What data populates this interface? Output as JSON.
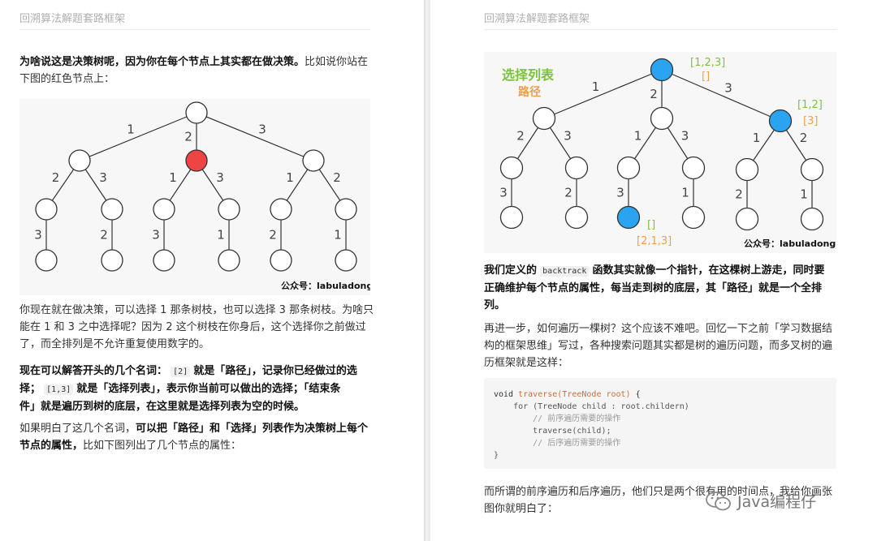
{
  "left_page": {
    "header": "回溯算法解题套路框架",
    "p1_bold": "为啥说这是决策树呢，因为你在每个节点上其实都在做决策。",
    "p1_rest": "比如说你站在",
    "p1_line2": "下图的红色节点上：",
    "fig1": {
      "edge_labels": [
        "1",
        "2",
        "3",
        "2",
        "3",
        "1",
        "3",
        "1",
        "2",
        "3",
        "2",
        "3",
        "1",
        "2",
        "1"
      ],
      "credit": "公众号：labuladong",
      "highlight_color": "#ee4444"
    },
    "p2_lines": [
      "你现在就在做决策，可以选择 1 那条树枝，也可以选择 3 那条树枝。为啥只",
      "能在 1 和 3 之中选择呢？因为 2 这个树枝在你身后，这个选择你之前做过",
      "了，而全排列是不允许重复使用数字的。"
    ],
    "p3_a": "现在可以解答开头的几个名词：",
    "p3_code1": "[2]",
    "p3_b": "就是「路径」，记录你已经做过的选",
    "p3_c": "择；",
    "p3_code2": "[1,3]",
    "p3_d": "就是「选择列表」，表示你当前可以做出的选择；「结束条",
    "p3_e": "件」就是遍历到树的底层，在这里就是选择列表为空的时候。",
    "p4_a": "如果明白了这几个名词，",
    "p4_b": "可以把「路径」和「选择」列表作为决策树上每个",
    "p4_c": "节点的属性，",
    "p4_d": "比如下图列出了几个节点的属性："
  },
  "right_page": {
    "header": "回溯算法解题套路框架",
    "fig2": {
      "legend_choice": "选择列表",
      "legend_path": "路径",
      "root_choice": "[1,2,3]",
      "root_path": "[]",
      "node_choice": "[1,2]",
      "node_path": "[3]",
      "leaf_choice": "[]",
      "leaf_path": "[2,1,3]",
      "edge_labels": [
        "1",
        "2",
        "3",
        "2",
        "3",
        "1",
        "3",
        "1",
        "2",
        "3",
        "2",
        "3",
        "1",
        "2",
        "1"
      ],
      "credit": "公众号：labuladong",
      "highlight_color": "#2aa3f0",
      "choice_color": "#7cc23d",
      "path_color": "#f0a04b"
    },
    "p1_a": "我们定义的",
    "p1_code": "backtrack",
    "p1_b": "函数其实就像一个指针，在这棵树上游走，同时要",
    "p1_c": "正确维护每个节点的属性，每当走到树的底层，其「路径」就是一个全排",
    "p1_d": "列。",
    "p2_lines": [
      "再进一步，如何遍历一棵树？这个应该不难吧。回忆一下之前「学习数据结",
      "构的框架思维」写过，各种搜索问题其实都是树的遍历问题，而多叉树的遍",
      "历框架就是这样："
    ],
    "code": {
      "l1_kw": "void ",
      "l1_fn": "traverse(TreeNode root)",
      "l1_end": " {",
      "l2": "    for (TreeNode child : root.childern)",
      "l3": "        // 前序遍历需要的操作",
      "l4": "        traverse(child);",
      "l5": "        // 后序遍历需要的操作",
      "l6": "}"
    },
    "p3_lines": [
      "而所谓的前序遍历和后序遍历，他们只是两个很有用的时间点，我给你画张",
      "图你就明白了："
    ],
    "watermark": "Java编程仔"
  }
}
